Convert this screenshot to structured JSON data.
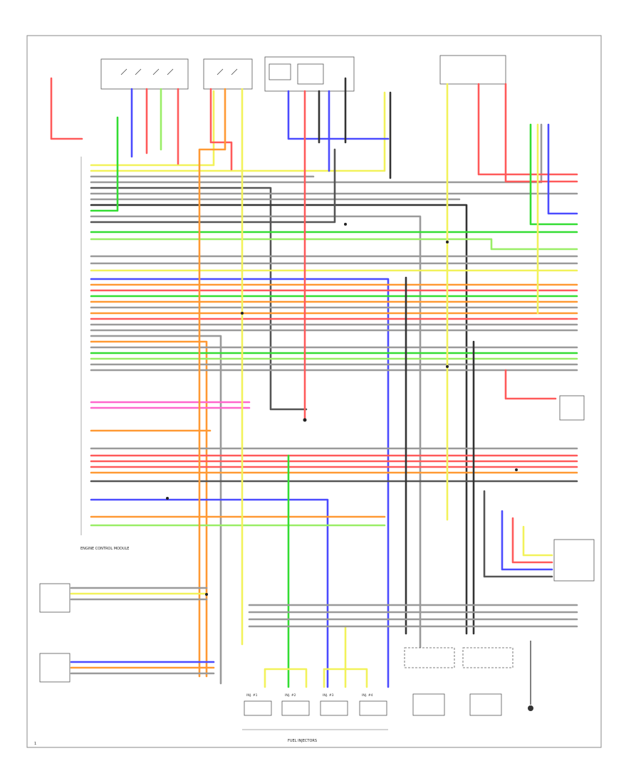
{
  "page_number": "1",
  "components": {
    "ecm": {
      "label": "ENGINE CONTROL MODULE"
    },
    "fuel_injectors": {
      "label": "FUEL INJECTORS"
    },
    "injector_1": {
      "label": "INJ. #1"
    },
    "injector_2": {
      "label": "INJ. #2"
    },
    "injector_3": {
      "label": "INJ. #3"
    },
    "injector_4": {
      "label": "INJ. #4"
    }
  },
  "colors": {
    "red": "#ff5a5a",
    "green": "#33dd33",
    "blue": "#4b4bff",
    "yellow": "#f2f25a",
    "orange": "#ff9933",
    "pink": "#ff66cc",
    "gray": "#9a9a9a",
    "dark": "#333333",
    "light_green": "#99ee66"
  }
}
